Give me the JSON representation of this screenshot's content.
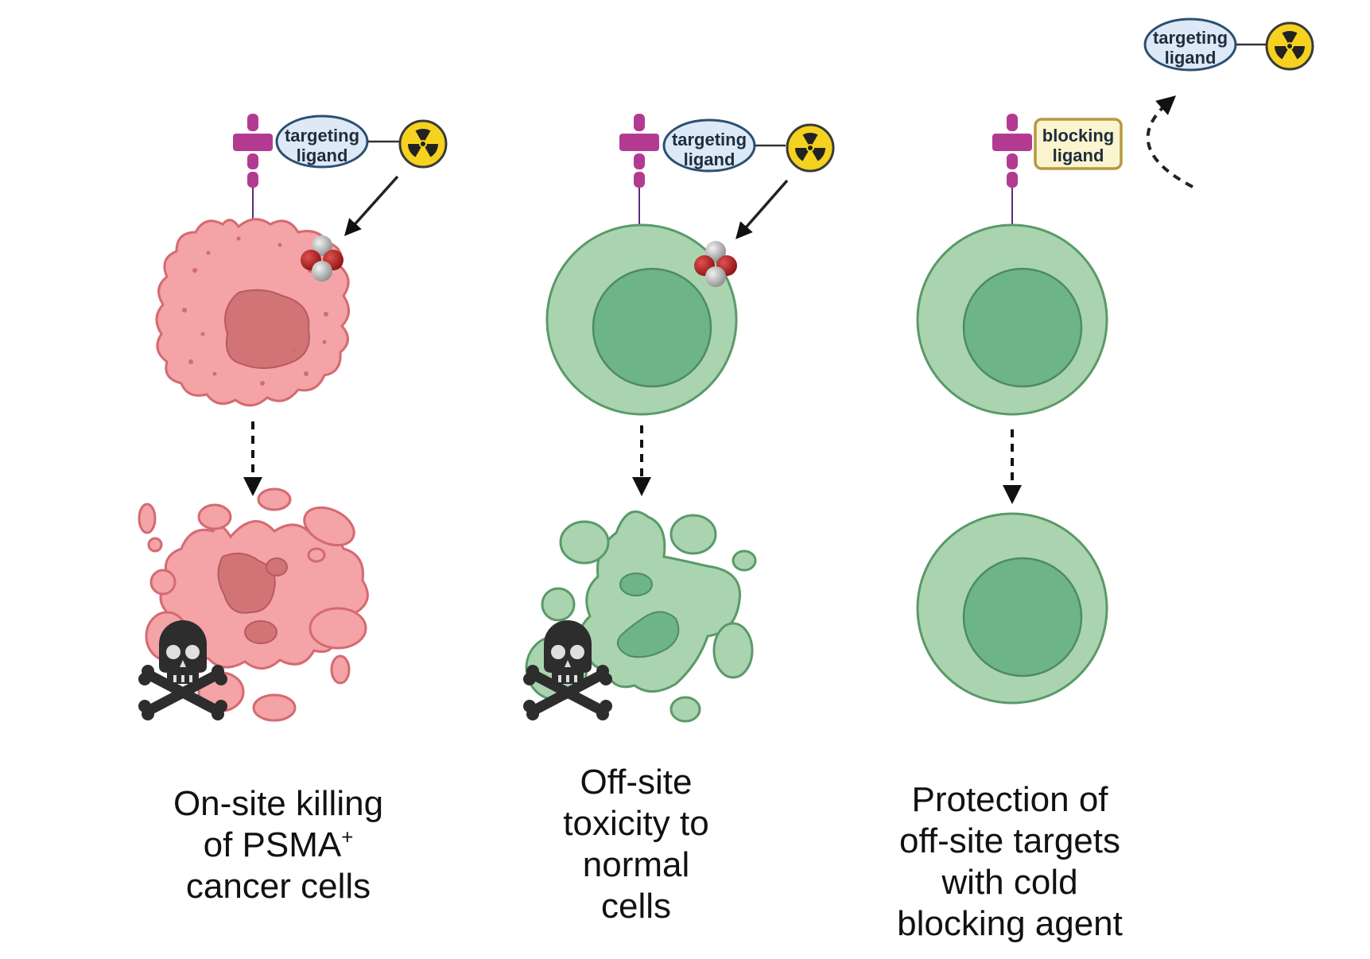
{
  "colors": {
    "cancer_fill": "#f4a3a6",
    "cancer_stroke": "#d46a72",
    "cancer_nucleus": "#d27476",
    "normal_fill": "#aad4b0",
    "normal_stroke": "#5a9a68",
    "normal_nucleus": "#6db488",
    "receptor": "#b23b91",
    "targeting_fill": "#dde9f6",
    "targeting_stroke": "#2c4f72",
    "blocking_fill": "#fbf5cf",
    "blocking_stroke": "#b59a3e",
    "radiation_yellow": "#f5d21f",
    "skull": "#2d2d2d"
  },
  "icons": [
    "receptor-icon",
    "radiation-icon",
    "skull-crossbones-icon",
    "atom-cluster-icon",
    "dashed-arrow-icon"
  ],
  "panels": [
    {
      "ligand": {
        "line1": "targeting",
        "line2": "ligand"
      },
      "caption": {
        "line1": "On-site killing",
        "line2_prefix": "of PSMA",
        "line2_sup": "+",
        "line3": "cancer cells"
      }
    },
    {
      "ligand": {
        "line1": "targeting",
        "line2": "ligand"
      },
      "caption": {
        "line1": "Off-site",
        "line2": "toxicity to",
        "line3": "normal",
        "line4": "cells"
      }
    },
    {
      "ligand": {
        "line1": "blocking",
        "line2": "ligand"
      },
      "free_ligand": {
        "line1": "targeting",
        "line2": "ligand"
      },
      "caption": {
        "line1": "Protection of",
        "line2": "off-site targets",
        "line3": "with cold",
        "line4": "blocking agent"
      }
    }
  ]
}
